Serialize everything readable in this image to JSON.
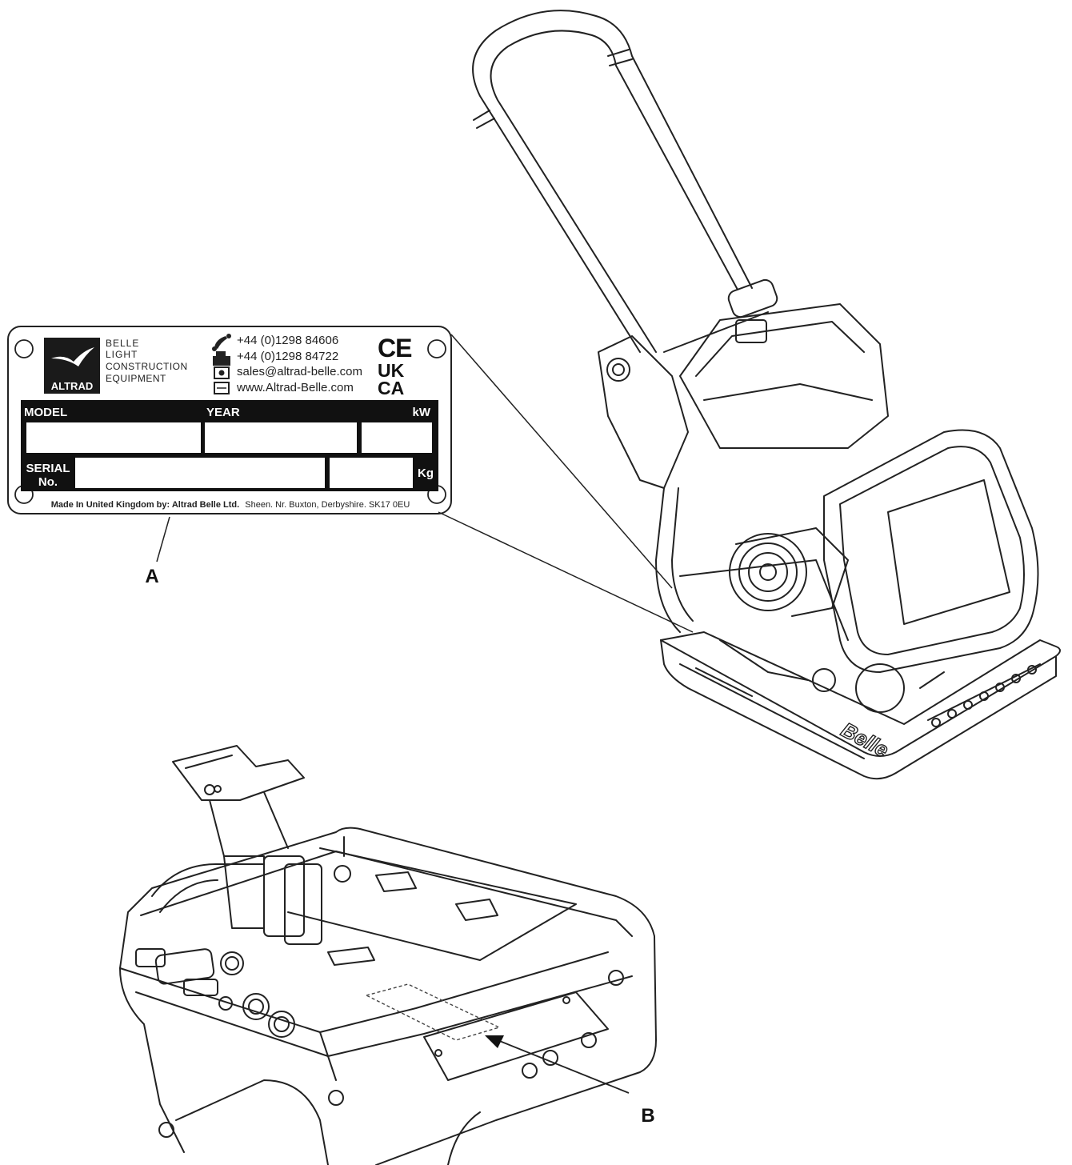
{
  "plate": {
    "brand_logo": "ALTRAD",
    "brand_lines": [
      "BELLE",
      "LIGHT",
      "CONSTRUCTION",
      "EQUIPMENT"
    ],
    "phone": "+44 (0)1298 84606",
    "fax": "+44 (0)1298 84722",
    "email": "sales@altrad-belle.com",
    "web": "www.Altrad-Belle.com",
    "marks": {
      "ce": "CE",
      "ukca_top": "UK",
      "ukca_bottom": "CA"
    },
    "header_model": "MODEL",
    "header_year": "YEAR",
    "header_kw": "kW",
    "serial_line1": "SERIAL",
    "serial_line2": "No.",
    "kg": "Kg",
    "made_in_bold": "Made In United Kingdom by: Altrad Belle Ltd.",
    "made_in_rest": "Sheen. Nr. Buxton, Derbyshire. SK17 0EU"
  },
  "machine": {
    "plate_brand": "Belle"
  },
  "callouts": {
    "a": "A",
    "b": "B"
  },
  "icons": [
    "phone-icon",
    "fax-icon",
    "email-icon",
    "web-icon",
    "altrad-bird-logo"
  ]
}
